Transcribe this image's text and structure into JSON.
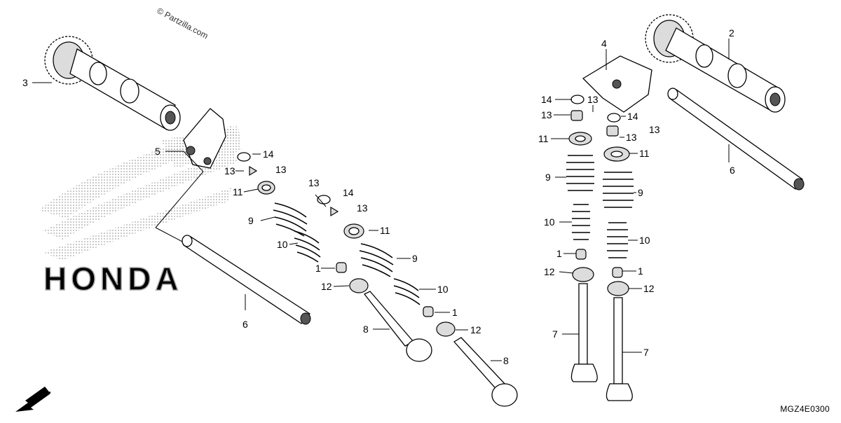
{
  "watermark": "© Partzilla.com",
  "diagram_code": "MGZ4E0300",
  "direction_label": "FR.",
  "background_logo_text": "HONDA",
  "callouts": {
    "c1a": "1",
    "c1b": "1",
    "c1c": "1",
    "c1d": "1",
    "c2": "2",
    "c3": "3",
    "c4": "4",
    "c5": "5",
    "c6a": "6",
    "c6b": "6",
    "c7a": "7",
    "c7b": "7",
    "c8a": "8",
    "c8b": "8",
    "c9a": "9",
    "c9b": "9",
    "c9c": "9",
    "c9d": "9",
    "c10a": "10",
    "c10b": "10",
    "c10c": "10",
    "c10d": "10",
    "c11a": "11",
    "c11b": "11",
    "c11c": "11",
    "c11d": "11",
    "c12a": "12",
    "c12b": "12",
    "c12c": "12",
    "c12d": "12",
    "c13a": "13",
    "c13b": "13",
    "c13c": "13",
    "c13d": "13",
    "c13e": "13",
    "c13f": "13",
    "c13g": "13",
    "c13h": "13",
    "c14a": "14",
    "c14b": "14",
    "c14c": "14",
    "c14d": "14"
  }
}
